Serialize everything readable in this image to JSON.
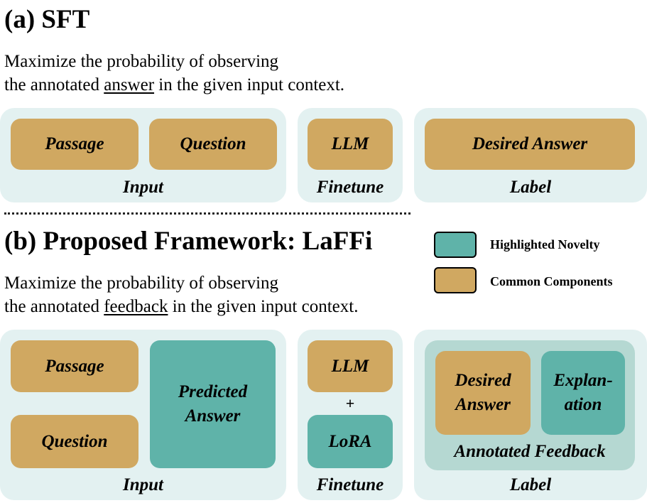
{
  "sft": {
    "heading": "(a) SFT",
    "desc_line1": "Maximize the probability of observing",
    "desc_pre": "the annotated ",
    "desc_keyword": "answer",
    "desc_post": " in the given input context.",
    "input": {
      "passage": "Passage",
      "question": "Question",
      "label": "Input"
    },
    "finetune": {
      "llm": "LLM",
      "label": "Finetune"
    },
    "label_panel": {
      "desired_answer": "Desired Answer",
      "label": "Label"
    }
  },
  "laffi": {
    "heading": "(b) Proposed Framework: LaFFi",
    "desc_line1": "Maximize the probability of observing",
    "desc_pre": "the annotated ",
    "desc_keyword": "feedback",
    "desc_post": " in the given input context.",
    "input": {
      "passage": "Passage",
      "question": "Question",
      "predicted_line1": "Predicted",
      "predicted_line2": "Answer",
      "label": "Input"
    },
    "finetune": {
      "llm": "LLM",
      "plus": "+",
      "lora": "LoRA",
      "label": "Finetune"
    },
    "label_panel": {
      "desired_line1": "Desired",
      "desired_line2": "Answer",
      "explanation_line1": "Explan-",
      "explanation_line2": "ation",
      "feedback_label": "Annotated Feedback",
      "label": "Label"
    }
  },
  "legend": {
    "novelty": {
      "label": "Highlighted Novelty",
      "color": "#5fb3a9"
    },
    "common": {
      "label": "Common Components",
      "color": "#d0a861"
    }
  }
}
